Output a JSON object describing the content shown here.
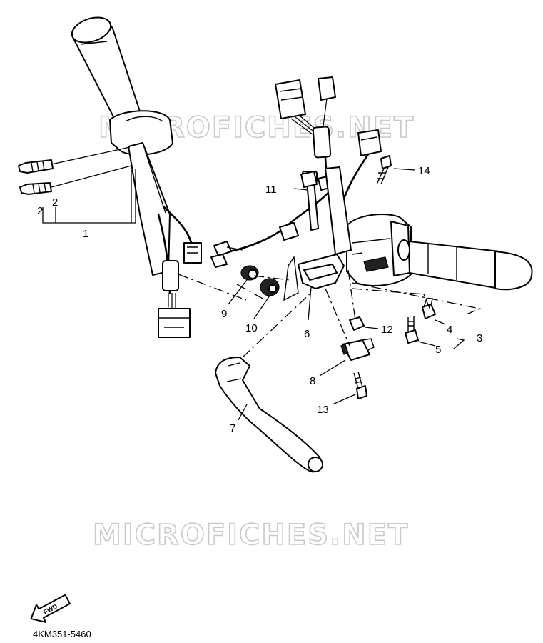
{
  "watermark": {
    "top": "MICROFICHES.NET",
    "bottom": "MICROFICHES.NET"
  },
  "callouts": [
    {
      "id": "c1",
      "label": "1"
    },
    {
      "id": "c2a",
      "label": "2"
    },
    {
      "id": "c2b",
      "label": "2"
    },
    {
      "id": "c3",
      "label": "3"
    },
    {
      "id": "c4",
      "label": "4"
    },
    {
      "id": "c5",
      "label": "5"
    },
    {
      "id": "c6",
      "label": "6"
    },
    {
      "id": "c7",
      "label": "7"
    },
    {
      "id": "c8",
      "label": "8"
    },
    {
      "id": "c9",
      "label": "9"
    },
    {
      "id": "c10",
      "label": "10"
    },
    {
      "id": "c11",
      "label": "11"
    },
    {
      "id": "c12",
      "label": "12"
    },
    {
      "id": "c13",
      "label": "13"
    },
    {
      "id": "c14",
      "label": "14"
    }
  ],
  "fwd_badge": "FWD",
  "diagram_code": "4KM351-5460"
}
